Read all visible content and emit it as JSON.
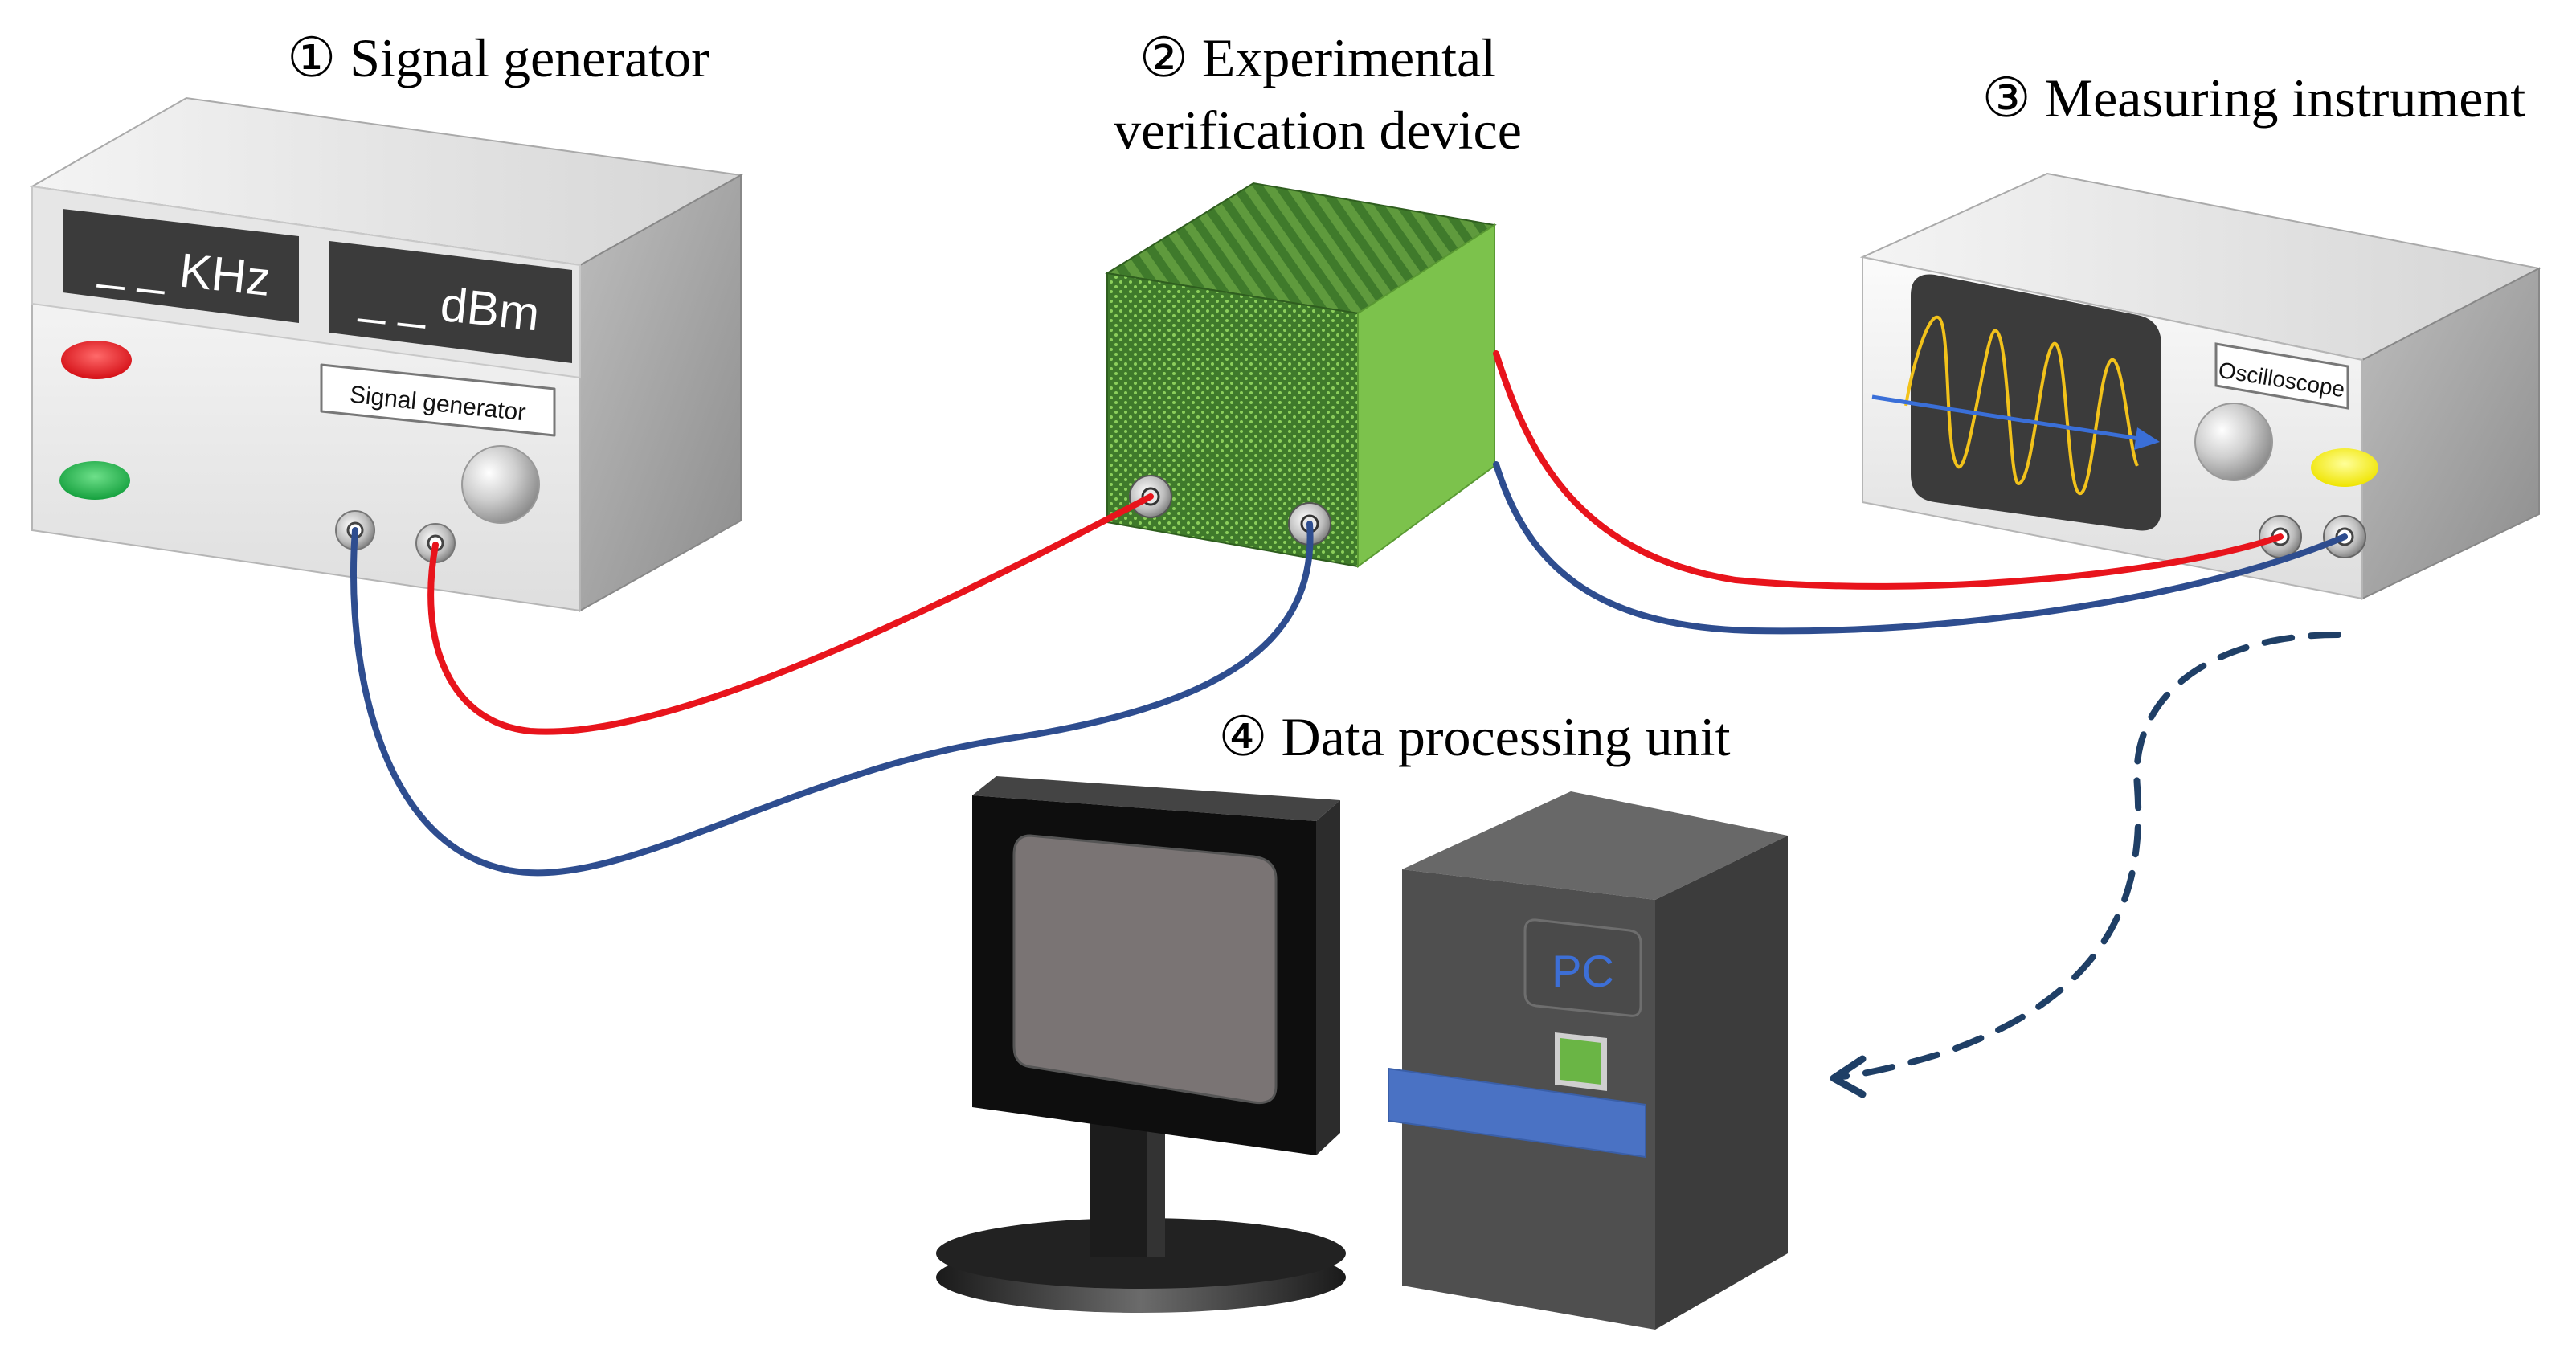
{
  "labels": {
    "signal_generator": "① Signal generator",
    "verification_line1": "② Experimental",
    "verification_line2": "verification device",
    "measuring": "③ Measuring instrument",
    "data_processing": "④ Data processing unit"
  },
  "signal_generator": {
    "display_freq": "_ _ KHz",
    "display_power": "_ _ dBm",
    "tag": "Signal generator"
  },
  "oscilloscope": {
    "tag": "Oscilloscope"
  },
  "pc": {
    "label": "PC"
  },
  "colors": {
    "cable_red": "#e8141c",
    "cable_blue": "#2e4d8f",
    "dashed_arrow": "#1f3f66",
    "device_green": "#7cc24c",
    "device_dark_green": "#3f7a2b",
    "pc_blue_stripe": "#4a72c4",
    "led_red": "#e8141c",
    "led_green": "#22b04b",
    "led_yellow": "#f7f000",
    "wave_yellow": "#f2c21b"
  }
}
